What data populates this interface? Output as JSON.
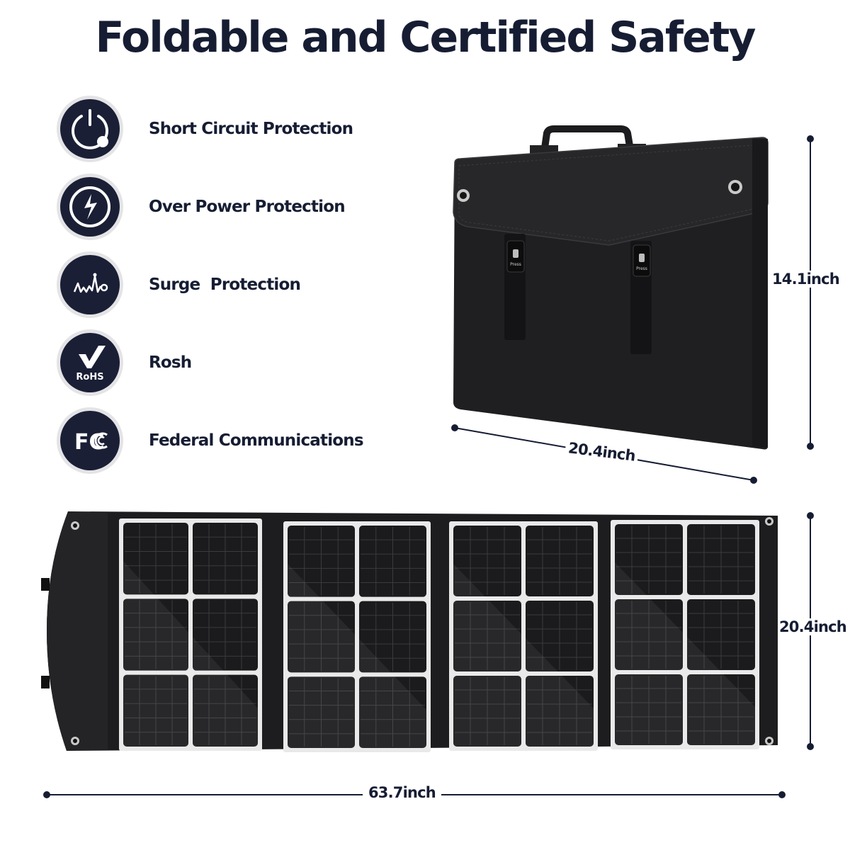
{
  "title": "Foldable and Certified Safety",
  "features": [
    {
      "label": "Short Circuit Protection",
      "icon": "power-icon"
    },
    {
      "label": "Over Power Protection",
      "icon": "lightning-icon"
    },
    {
      "label": "Surge  Protection",
      "icon": "surge-wave-icon"
    },
    {
      "label": "Rosh",
      "icon": "rohs-check-icon",
      "icon_text": "RoHS"
    },
    {
      "label": "Federal Communications",
      "icon": "fcc-logo-icon",
      "icon_text": "FC"
    }
  ],
  "bag_image": {
    "strap_text": "Press"
  },
  "dimensions": {
    "bag_height": "14.1inch",
    "bag_width": "20.4inch",
    "panel_height": "20.4inch",
    "panel_width": "63.7inch"
  },
  "colors": {
    "text": "#161d33",
    "badge_fill": "#1a1f36",
    "badge_ring": "#e4e4e6",
    "panel_cell": "#1b1b1d",
    "panel_frame": "#e9e9e9"
  }
}
